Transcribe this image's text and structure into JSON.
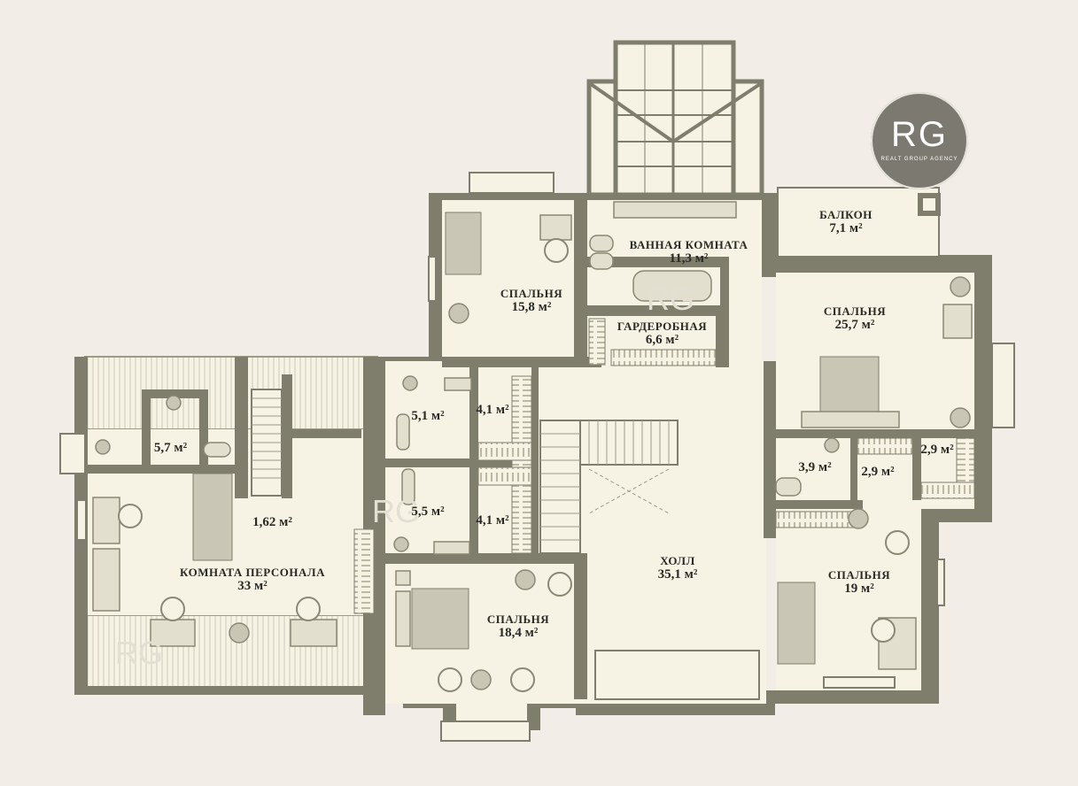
{
  "logo": {
    "mark": "RG",
    "tagline": "REALT GROUP AGENCY"
  },
  "rooms": {
    "bedroom_a": {
      "name": "СПАЛЬНЯ",
      "area": "15,8 м²"
    },
    "bathroom": {
      "name": "ВАННАЯ КОМНАТА",
      "area": "11,3 м²"
    },
    "balcony": {
      "name": "БАЛКОН",
      "area": "7,1 м²"
    },
    "wardrobe": {
      "name": "ГАРДЕРОБНАЯ",
      "area": "6,6 м²"
    },
    "bedroom_b": {
      "name": "СПАЛЬНЯ",
      "area": "25,7 м²"
    },
    "wc_a": {
      "area": "5,1 м²"
    },
    "closet_a": {
      "area": "4,1 м²"
    },
    "wc_b": {
      "area": "5,5 м²"
    },
    "closet_b": {
      "area": "4,1 м²"
    },
    "staff_wc": {
      "area": "5,7 м²"
    },
    "staff_closet": {
      "area": "1,62 м²"
    },
    "staff_room": {
      "name": "КОМНАТА ПЕРСОНАЛА",
      "area": "33 м²"
    },
    "hall": {
      "name": "ХОЛЛ",
      "area": "35,1 м²"
    },
    "bedroom_c": {
      "name": "СПАЛЬНЯ",
      "area": "18,4 м²"
    },
    "bedroom_d": {
      "name": "СПАЛЬНЯ",
      "area": "19 м²"
    },
    "wc_c": {
      "area": "3,9 м²"
    },
    "closet_c": {
      "area": "2,9 м²"
    },
    "closet_d": {
      "area": "2,9 м²"
    }
  }
}
